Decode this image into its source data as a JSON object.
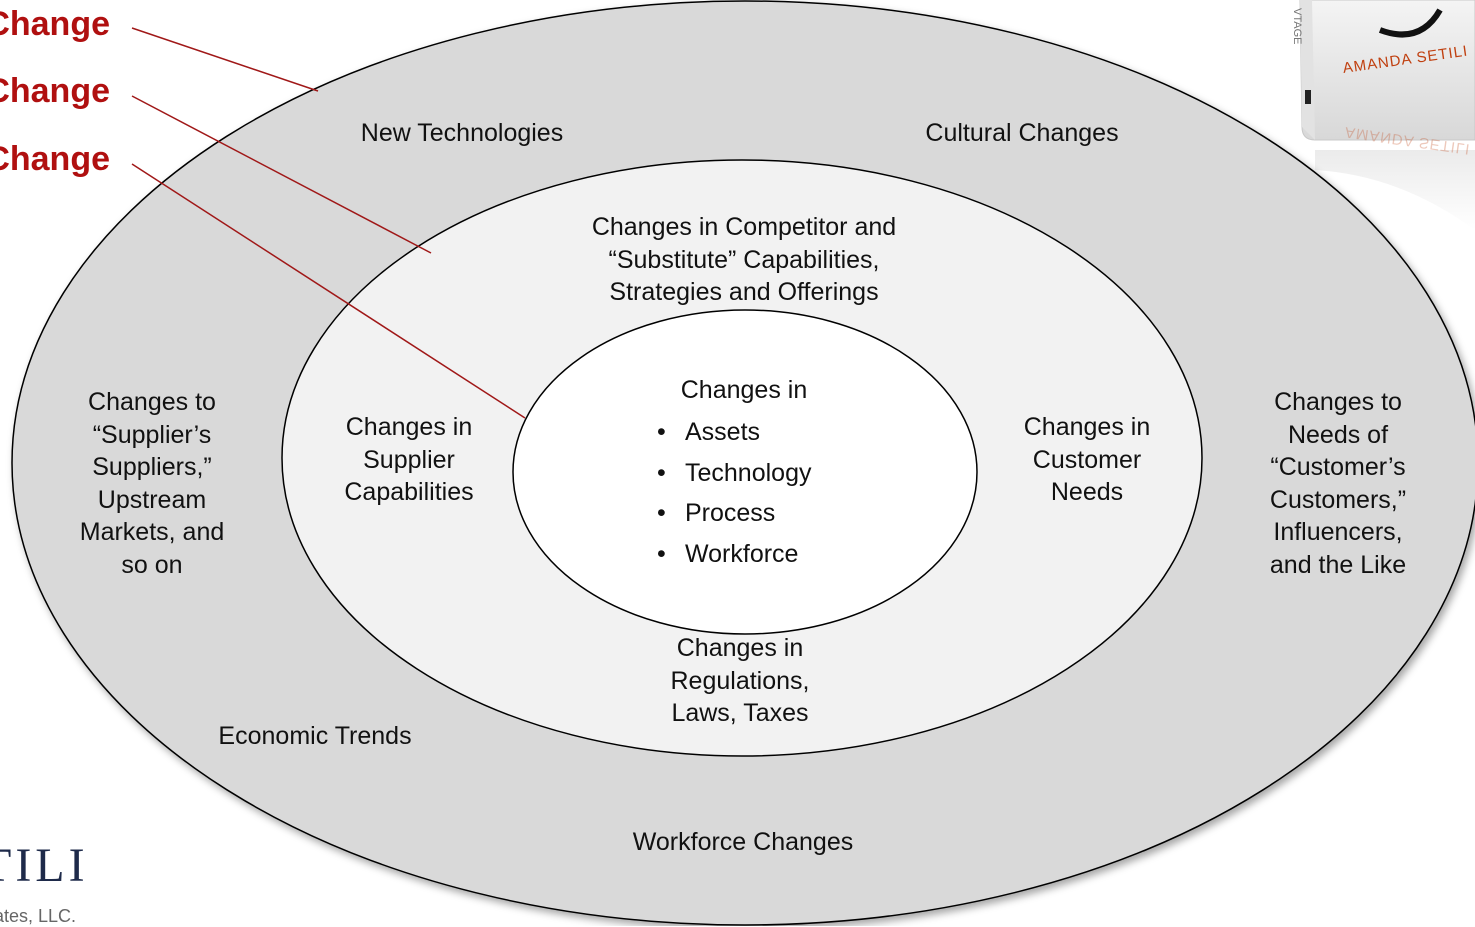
{
  "left_labels": [
    "Change",
    "Change",
    "Change"
  ],
  "outer_ring": {
    "new_technologies": "New Technologies",
    "cultural_changes": "Cultural Changes",
    "upstream": [
      "Changes to",
      "“Supplier’s",
      "Suppliers,”",
      "Upstream",
      "Markets, and",
      "so on"
    ],
    "downstream": [
      "Changes to",
      "Needs of",
      "“Customer’s",
      "Customers,”",
      "Influencers,",
      "and the Like"
    ],
    "economic_trends": "Economic Trends",
    "workforce_changes": "Workforce Changes"
  },
  "middle_ring": {
    "competitors": [
      "Changes in Competitor and",
      "“Substitute” Capabilities,",
      "Strategies and Offerings"
    ],
    "suppliers": [
      "Changes in",
      "Supplier",
      "Capabilities"
    ],
    "customers": [
      "Changes in",
      "Customer",
      "Needs"
    ],
    "regulations": [
      "Changes in",
      "Regulations,",
      "Laws, Taxes"
    ]
  },
  "inner_core": {
    "heading": "Changes in",
    "items": [
      "Assets",
      "Technology",
      "Process",
      "Workforce"
    ]
  },
  "logo": {
    "name": "TILI",
    "tagline": "ates, LLC."
  },
  "book": {
    "author": "AMANDA SETILI",
    "spine": "VTAGE"
  },
  "colors": {
    "outer_fill": "#d9d9d9",
    "middle_fill": "#f2f2f2",
    "inner_fill": "#ffffff",
    "label_red": "#b01010",
    "connector_red": "#a01818"
  }
}
